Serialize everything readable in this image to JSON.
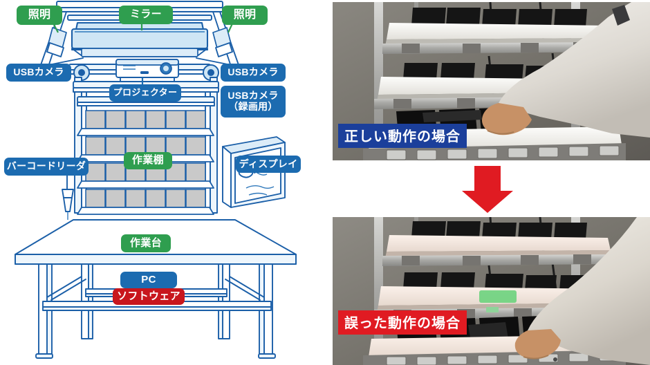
{
  "diagram": {
    "title": "work-bench-system-diagram",
    "colors": {
      "green": "#2f9e4f",
      "blue": "#1c6bb0",
      "red": "#c8161d",
      "line": "#1b5fa8",
      "panel_fill": "#cfe6f5",
      "bin_fill": "#c9c9c9"
    },
    "labels": [
      {
        "id": "lighting-left",
        "text": "照明",
        "kind": "green"
      },
      {
        "id": "mirror",
        "text": "ミラー",
        "kind": "green"
      },
      {
        "id": "lighting-right",
        "text": "照明",
        "kind": "green"
      },
      {
        "id": "usb-camera-left",
        "text": "USBカメラ",
        "kind": "blue"
      },
      {
        "id": "usb-camera-right",
        "text": "USBカメラ",
        "kind": "blue"
      },
      {
        "id": "projector",
        "text": "プロジェクター",
        "kind": "blue"
      },
      {
        "id": "usb-camera-rec",
        "text": "USBカメラ\n（録画用）",
        "kind": "blue"
      },
      {
        "id": "barcode-reader",
        "text": "バーコードリーダ",
        "kind": "blue"
      },
      {
        "id": "work-shelf",
        "text": "作業棚",
        "kind": "green"
      },
      {
        "id": "display",
        "text": "ディスプレイ",
        "kind": "blue"
      },
      {
        "id": "work-table",
        "text": "作業台",
        "kind": "green"
      },
      {
        "id": "pc",
        "text": "PC",
        "kind": "blue"
      },
      {
        "id": "software",
        "text": "ソフトウェア",
        "kind": "red"
      }
    ],
    "shelf": {
      "rows": 4,
      "columns": 6
    }
  },
  "photos": {
    "arrow": {
      "name": "down-arrow",
      "color": "#e01b22"
    },
    "top": {
      "caption": "正しい動作の場合",
      "caption_color": "#1b3f9b",
      "alt": "作業者が正しい棚から部品を取り出している様子"
    },
    "bottom": {
      "caption": "誤った動作の場合",
      "caption_color": "#e01b22",
      "alt": "緑の投影表示と異なる棚に手を伸ばしている様子",
      "projection_highlight_color": "#6fd27f"
    }
  }
}
